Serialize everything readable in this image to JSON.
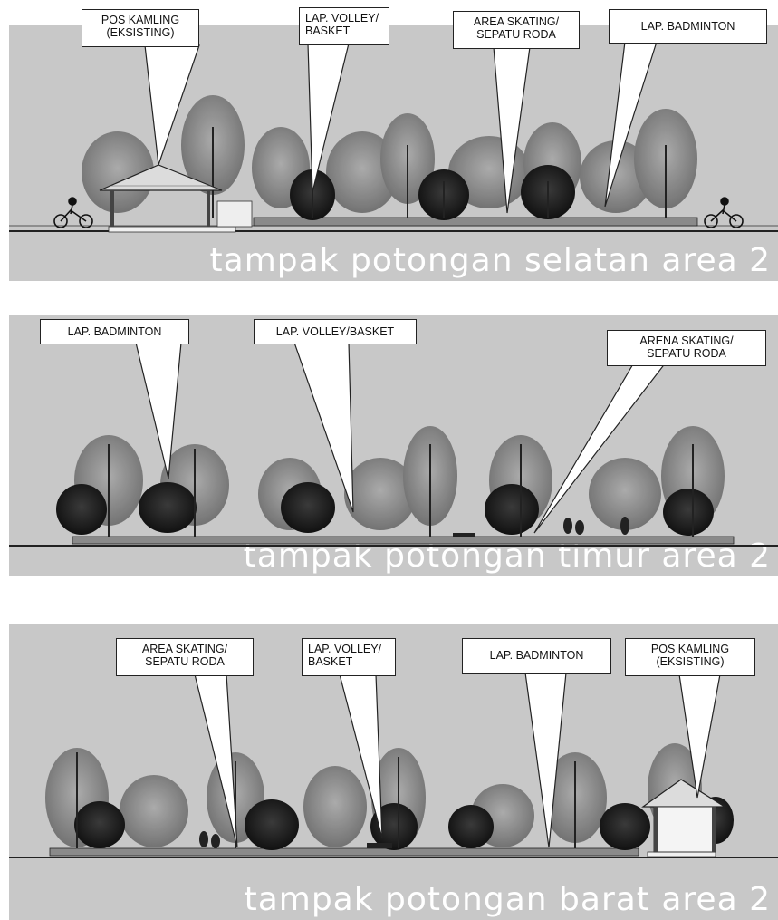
{
  "sections": [
    {
      "caption": "tampak potongan selatan area 2",
      "labels": [
        {
          "line1": "POS KAMLING",
          "line2": "(EKSISTING)"
        },
        {
          "line1": "LAP. VOLLEY/",
          "line2": "BASKET"
        },
        {
          "line1": "AREA SKATING/",
          "line2": "SEPATU RODA"
        },
        {
          "line1": "LAP. BADMINTON",
          "line2": ""
        }
      ]
    },
    {
      "caption": "tampak potongan timur area 2",
      "labels": [
        {
          "line1": "LAP. BADMINTON",
          "line2": ""
        },
        {
          "line1": "LAP. VOLLEY/BASKET",
          "line2": ""
        },
        {
          "line1": "ARENA SKATING/",
          "line2": "SEPATU RODA"
        }
      ]
    },
    {
      "caption": "tampak potongan barat area 2",
      "labels": [
        {
          "line1": "AREA SKATING/",
          "line2": "SEPATU RODA"
        },
        {
          "line1": "LAP. VOLLEY/",
          "line2": "BASKET"
        },
        {
          "line1": "LAP. BADMINTON",
          "line2": ""
        },
        {
          "line1": "POS KAMLING",
          "line2": "(EKSISTING)"
        }
      ]
    }
  ]
}
